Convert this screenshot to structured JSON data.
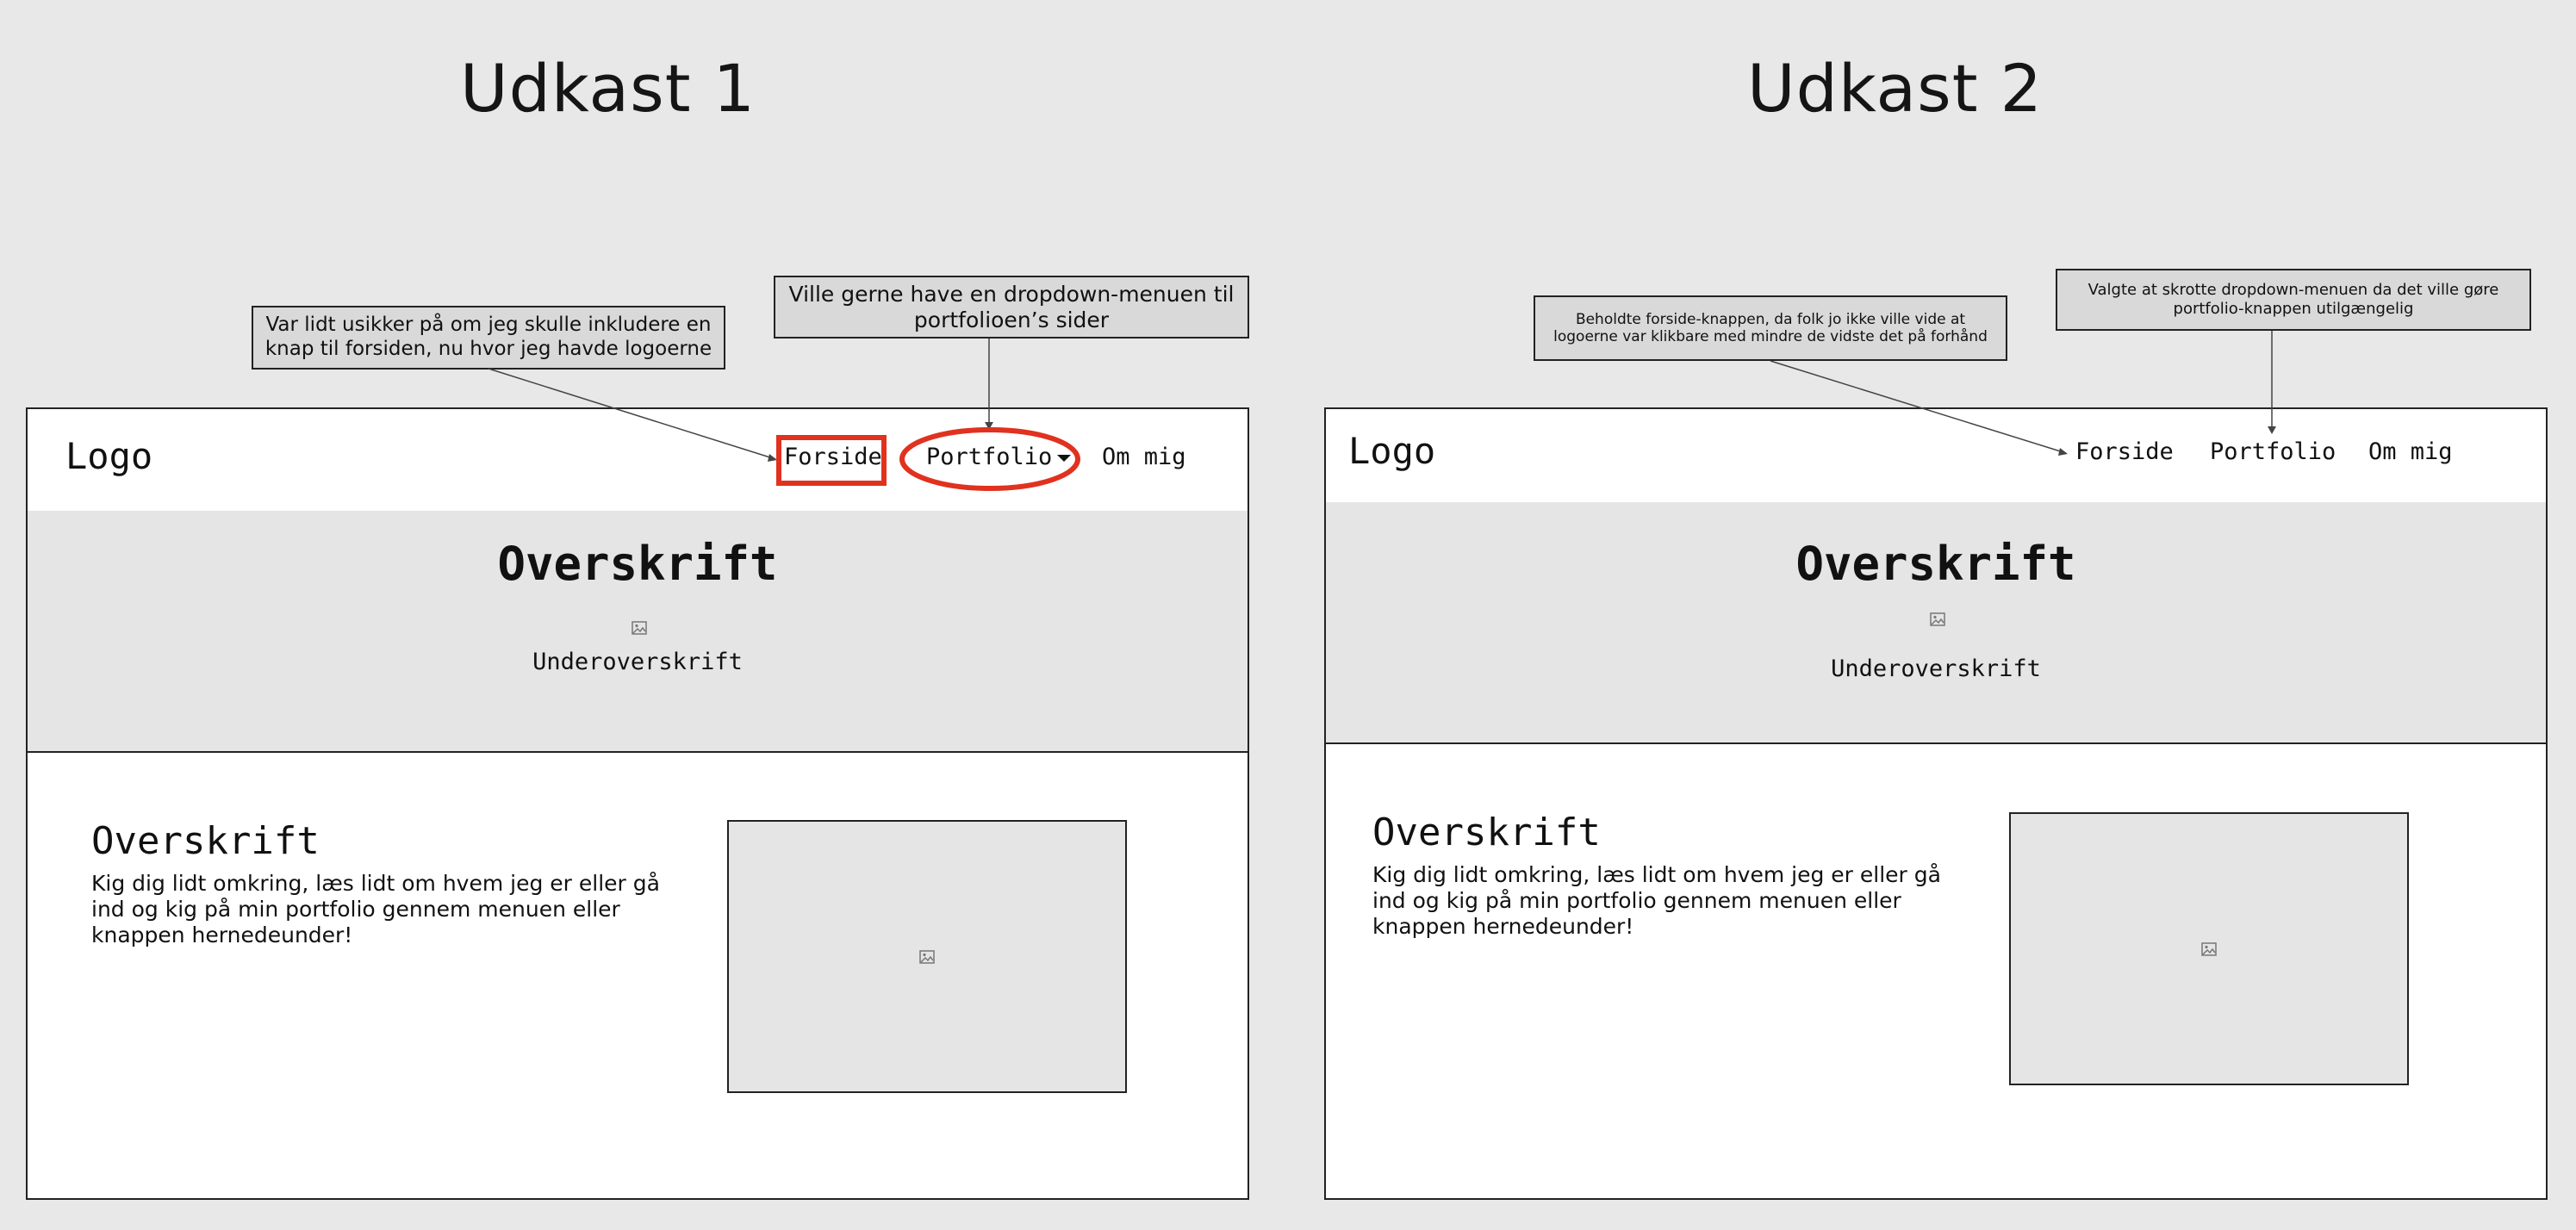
{
  "drafts": [
    {
      "title": "Udkast 1",
      "logo": "Logo",
      "nav": [
        "Forside",
        "Portfolio",
        "Om mig"
      ],
      "hero_title": "Overskrift",
      "hero_subtitle": "Underoverskrift",
      "content_title": "Overskrift",
      "content_text": "Kig dig lidt omkring, læs lidt om hvem jeg er eller gå ind og kig på min portfolio gennem menuen eller knappen hernedeunder!",
      "notes": [
        "Var lidt usikker på om jeg skulle inkludere en knap til forsiden, nu hvor jeg havde logoerne",
        "Ville gerne have en dropdown-menuen til portfolioen’s sider"
      ]
    },
    {
      "title": "Udkast 2",
      "logo": "Logo",
      "nav": [
        "Forside",
        "Portfolio",
        "Om mig"
      ],
      "hero_title": "Overskrift",
      "hero_subtitle": "Underoverskrift",
      "content_title": "Overskrift",
      "content_text": "Kig dig lidt omkring, læs lidt om hvem jeg er eller gå ind og kig på min portfolio gennem menuen eller knappen hernedeunder!",
      "notes": [
        "Beholdte forside-knappen, da folk jo ikke ville vide at logoerne var klikbare med mindre de vidste det på forhånd",
        "Valgte at skrotte dropdown-menuen da det ville gøre portfolio-knappen utilgængelig"
      ]
    }
  ],
  "colors": {
    "background": "#e8e8e8",
    "highlight": "#e0321f",
    "placeholder": "#e5e5e5"
  }
}
